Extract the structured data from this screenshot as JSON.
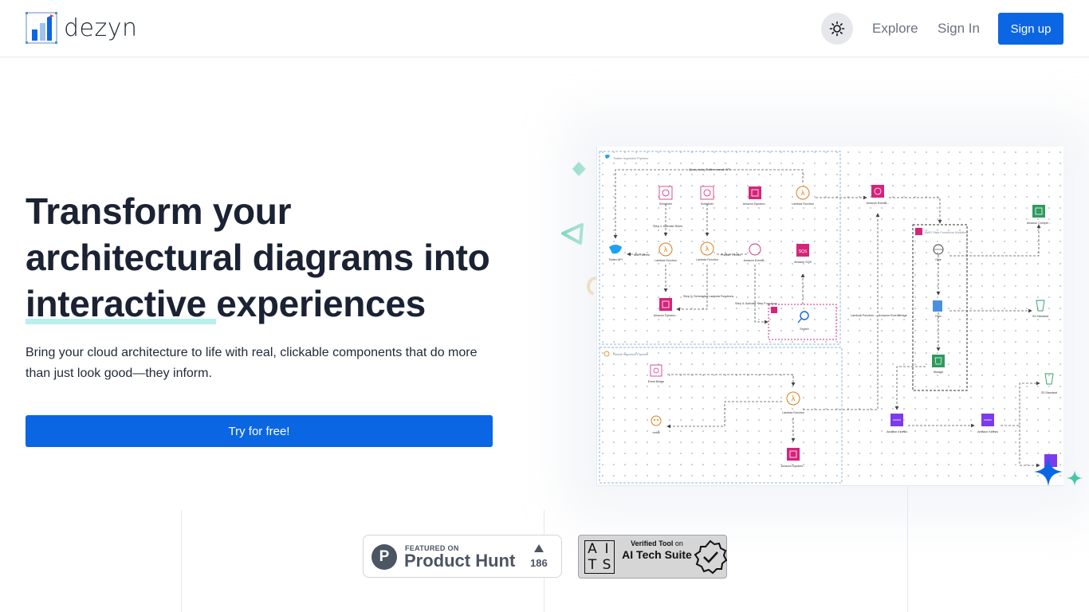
{
  "brand": {
    "name": "dezyn"
  },
  "nav": {
    "explore": "Explore",
    "sign_in": "Sign In",
    "sign_up": "Sign up"
  },
  "hero": {
    "title_line1": "Transform your",
    "title_line2": "architectural diagrams into",
    "title_highlight": "interactive ",
    "title_line3_rest": "experiences",
    "subtitle": "Bring your cloud architecture to life with real, clickable components that do more than just look good—they inform.",
    "cta": "Try for free!"
  },
  "diagram": {
    "group1": "Twitter Ingestion Pipeline",
    "group2": "Reddit Ingestion Pipeline",
    "group3": "AWS Step Functions Workflow",
    "edge_query": "Query using Twitter search API",
    "edge_activate": "Step 1: Activate Rules",
    "edge_publish": "Publish Trends",
    "edge_step2": "Step 2: Scheduled Lambda Functions",
    "edge_step3": "Step 3: Activate Step Functions",
    "edge_events": "Lambda Function → Amazon EventBridge",
    "edge_data": "Add Tweets",
    "nodes": {
      "scheduler1": "Scheduler",
      "scheduler2": "Scheduler",
      "dynamo1": "Amazon Dynamo...",
      "lambda_top": "Lambda Function",
      "eventbridge_top": "Amazon EventB...",
      "twitter": "Twitter API",
      "lambda1": "Lambda Function",
      "lambda2": "Lambda Function",
      "eventbridge2": "Amazon EventB...",
      "sqs": "Amazon SQS",
      "dynamo2": "Amazon Dynamo...",
      "search": "Search",
      "comprehend": "Amazon Compre...",
      "glue": "Glue",
      "files": "Files",
      "s3_standard1": "S3 Standard",
      "storage": "Storage",
      "s3_standard2": "S3 Standard",
      "event_bridge": "Event Bridge",
      "reddit": "reddit",
      "lambda3": "Lambda Function",
      "dynamo3": "Amazon Dynamo...",
      "kinesis1": "Amazon Kinesis",
      "kinesis2": "Amazon Kinesis"
    }
  },
  "badges": {
    "ph_featured": "FEATURED ON",
    "ph_name": "Product Hunt",
    "ph_count": "186",
    "ai_verified_bold": "Verified Tool",
    "ai_verified_rest": " on",
    "ai_name": "AI Tech Suite",
    "ai_logo": [
      "A",
      "I",
      "T",
      "S"
    ]
  },
  "colors": {
    "primary": "#0b66e4",
    "highlight": "#b8f0ec",
    "teal_deco": "#3ec9a7",
    "aws_pink": "#d6247a",
    "aws_orange": "#e07b18",
    "aws_purple": "#7c3aed",
    "aws_green": "#2e9b5f"
  }
}
